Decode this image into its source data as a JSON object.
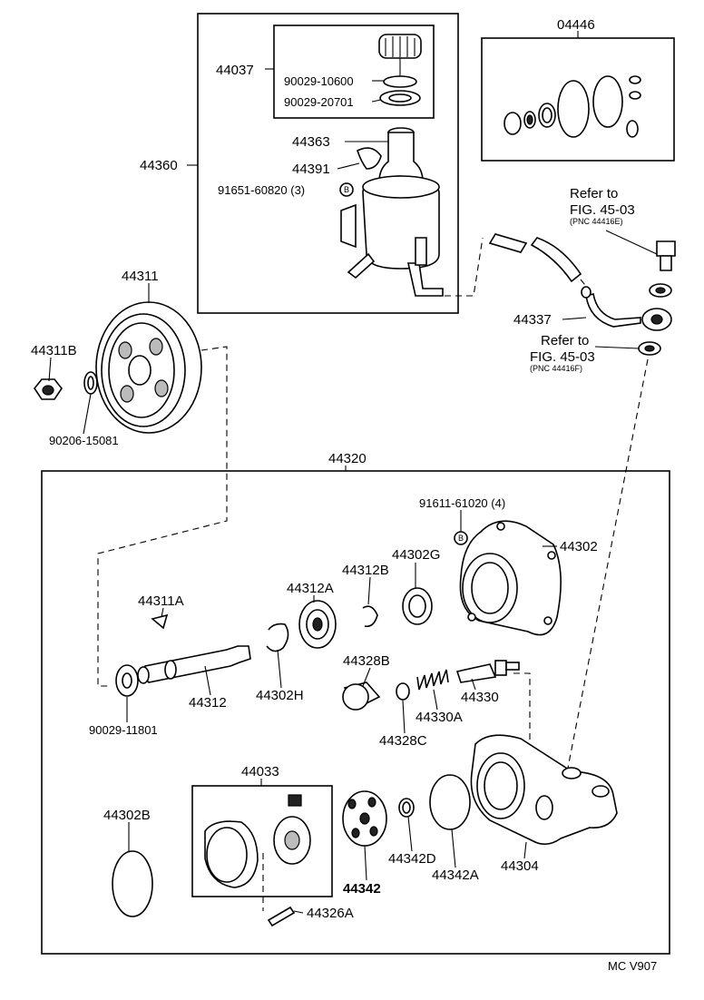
{
  "labels": {
    "p44037": "44037",
    "p90029_10600": "90029-10600",
    "p90029_20701": "90029-20701",
    "p44363": "44363",
    "p44391": "44391",
    "p44360": "44360",
    "p91651": "91651-60820 (3)",
    "p04446": "04446",
    "refer1": "Refer to",
    "fig1": "FIG. 45-03",
    "pnc1": "(PNC 44416E)",
    "p44337": "44337",
    "refer2": "Refer to",
    "fig2": "FIG. 45-03",
    "pnc2": "(PNC 44416F)",
    "p44311": "44311",
    "p44311B": "44311B",
    "p90206": "90206-15081",
    "p44320": "44320",
    "p91611": "91611-61020 (4)",
    "p44302": "44302",
    "p44302G": "44302G",
    "p44312B": "44312B",
    "p44312A": "44312A",
    "p44311A": "44311A",
    "p44328B": "44328B",
    "p44330": "44330",
    "p44330A": "44330A",
    "p44328C": "44328C",
    "p44312": "44312",
    "p44302H": "44302H",
    "p90029_11801": "90029-11801",
    "p44033": "44033",
    "p44302B": "44302B",
    "p44342": "44342",
    "p44342D": "44342D",
    "p44342A": "44342A",
    "p44304": "44304",
    "p44326A": "44326A",
    "marker_b": "B",
    "code": "MC V907"
  }
}
